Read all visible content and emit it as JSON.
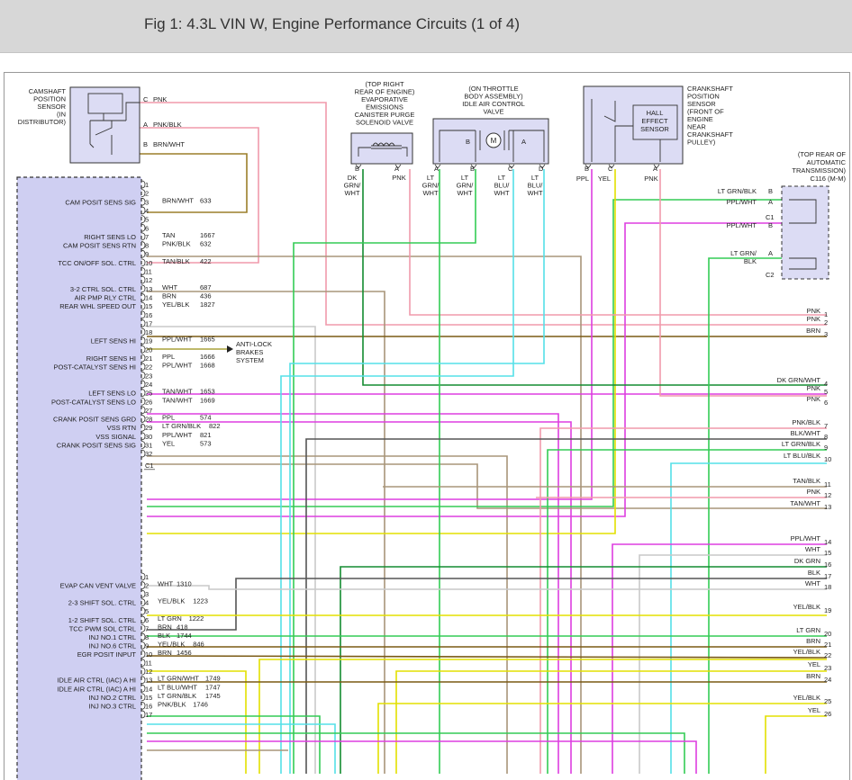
{
  "header": {
    "title": "Fig 1: 4.3L VIN W, Engine Performance Circuits (1 of 4)"
  },
  "colors": {
    "pcm_fill": "#cfcff2",
    "component_fill": "#dcdcf4",
    "header_bg": "#d7d7d7"
  },
  "components": {
    "cam_sensor": {
      "lines": [
        "CAMSHAFT",
        "POSITION",
        "SENSOR",
        "(IN",
        "DISTRIBUTOR)"
      ]
    },
    "evap": {
      "lines": [
        "(TOP RIGHT",
        "REAR OF ENGINE)",
        "EVAPORATIVE",
        "EMISSIONS",
        "CANISTER PURGE",
        "SOLENOID VALVE"
      ]
    },
    "iac": {
      "lines": [
        "(ON THROTTLE",
        "BODY ASSEMBLY)",
        "IDLE AIR CONTROL",
        "VALVE"
      ]
    },
    "crank": {
      "lines": [
        "CRANKSHAFT",
        "POSITION",
        "SENSOR",
        "(FRONT OF",
        "ENGINE",
        "NEAR",
        "CRANKSHAFT",
        "PULLEY)"
      ],
      "hall": [
        "HALL",
        "EFFECT",
        "SENSOR"
      ]
    },
    "trans": {
      "lines": [
        "(TOP REAR OF",
        "AUTOMATIC",
        "TRANSMISSION)",
        "C116 (M-M)"
      ]
    }
  },
  "pin_labels": {
    "cam": [
      "C",
      "A",
      "B"
    ],
    "cam_wires": [
      "PNK",
      "PNK/BLK",
      "BRN/WHT"
    ],
    "evap_pins": [
      "B",
      "A"
    ],
    "evap_wires": [
      [
        "DK",
        "GRN/",
        "WHT"
      ],
      [
        "PNK"
      ]
    ],
    "iac_pins": [
      "A",
      "B",
      "C",
      "D"
    ],
    "iac_coils": [
      "B",
      "A"
    ],
    "iac_wires": [
      [
        "LT",
        "GRN/",
        "WHT"
      ],
      [
        "LT",
        "GRN/",
        "WHT"
      ],
      [
        "LT",
        "BLU/",
        "WHT"
      ],
      [
        "LT",
        "BLU/",
        "WHT"
      ]
    ],
    "crank_pins": [
      "B",
      "C",
      "A"
    ],
    "crank_wires": [
      "PPL",
      "YEL",
      "PNK"
    ],
    "trans_wires": [
      {
        "color": "LT GRN/BLK",
        "pin": "B"
      },
      {
        "color": "PPL/WHT",
        "pin": "A"
      },
      {
        "color": "PPL/WHT",
        "pin": "B"
      },
      {
        "color": "LT GRN/",
        "pin": "A"
      },
      {
        "color": "BLK",
        "pin": ""
      }
    ],
    "trans_connectors": [
      "C1",
      "C2"
    ],
    "motor": "M",
    "abs": [
      "ANTI-LOCK",
      "BRAKES",
      "SYSTEM"
    ]
  },
  "pcm": {
    "c1_label": "C1",
    "c1": [
      {
        "pin": "1",
        "color": "",
        "circuit": "",
        "func": ""
      },
      {
        "pin": "2",
        "color": "",
        "circuit": "",
        "func": ""
      },
      {
        "pin": "3",
        "color": "BRN/WHT",
        "circuit": "633",
        "func": "CAM POSIT SENS SIG"
      },
      {
        "pin": "4",
        "color": "",
        "circuit": "",
        "func": ""
      },
      {
        "pin": "5",
        "color": "",
        "circuit": "",
        "func": ""
      },
      {
        "pin": "6",
        "color": "",
        "circuit": "",
        "func": ""
      },
      {
        "pin": "7",
        "color": "TAN",
        "circuit": "1667",
        "func": "RIGHT SENS LO"
      },
      {
        "pin": "8",
        "color": "PNK/BLK",
        "circuit": "632",
        "func": "CAM POSIT SENS RTN"
      },
      {
        "pin": "9",
        "color": "",
        "circuit": "",
        "func": ""
      },
      {
        "pin": "10",
        "color": "TAN/BLK",
        "circuit": "422",
        "func": "TCC ON/OFF SOL. CTRL"
      },
      {
        "pin": "11",
        "color": "",
        "circuit": "",
        "func": ""
      },
      {
        "pin": "12",
        "color": "",
        "circuit": "",
        "func": ""
      },
      {
        "pin": "13",
        "color": "WHT",
        "circuit": "687",
        "func": "3-2 CTRL SOL. CTRL"
      },
      {
        "pin": "14",
        "color": "BRN",
        "circuit": "436",
        "func": "AIR PMP RLY CTRL"
      },
      {
        "pin": "15",
        "color": "YEL/BLK",
        "circuit": "1827",
        "func": "REAR WHL SPEED OUT"
      },
      {
        "pin": "16",
        "color": "",
        "circuit": "",
        "func": ""
      },
      {
        "pin": "17",
        "color": "",
        "circuit": "",
        "func": ""
      },
      {
        "pin": "18",
        "color": "",
        "circuit": "",
        "func": ""
      },
      {
        "pin": "19",
        "color": "PPL/WHT",
        "circuit": "1665",
        "func": "LEFT SENS HI"
      },
      {
        "pin": "20",
        "color": "",
        "circuit": "",
        "func": ""
      },
      {
        "pin": "21",
        "color": "PPL",
        "circuit": "1666",
        "func": "RIGHT SENS HI"
      },
      {
        "pin": "22",
        "color": "PPL/WHT",
        "circuit": "1668",
        "func": "POST-CATALYST SENS HI"
      },
      {
        "pin": "23",
        "color": "",
        "circuit": "",
        "func": ""
      },
      {
        "pin": "24",
        "color": "",
        "circuit": "",
        "func": ""
      },
      {
        "pin": "25",
        "color": "TAN/WHT",
        "circuit": "1653",
        "func": "LEFT SENS LO"
      },
      {
        "pin": "26",
        "color": "TAN/WHT",
        "circuit": "1669",
        "func": "POST-CATALYST SENS LO"
      },
      {
        "pin": "27",
        "color": "",
        "circuit": "",
        "func": ""
      },
      {
        "pin": "28",
        "color": "PPL",
        "circuit": "574",
        "func": "CRANK POSIT SENS GRD"
      },
      {
        "pin": "29",
        "color": "LT GRN/BLK",
        "circuit": "822",
        "func": "VSS RTN"
      },
      {
        "pin": "30",
        "color": "PPL/WHT",
        "circuit": "821",
        "func": "VSS SIGNAL"
      },
      {
        "pin": "31",
        "color": "YEL",
        "circuit": "573",
        "func": "CRANK POSIT SENS SIG"
      },
      {
        "pin": "32",
        "color": "",
        "circuit": "",
        "func": ""
      }
    ],
    "c2": [
      {
        "pin": "1",
        "color": "",
        "circuit": "",
        "func": ""
      },
      {
        "pin": "2",
        "color": "WHT",
        "circuit": "1310",
        "func": "EVAP CAN VENT VALVE"
      },
      {
        "pin": "3",
        "color": "",
        "circuit": "",
        "func": ""
      },
      {
        "pin": "4",
        "color": "YEL/BLK",
        "circuit": "1223",
        "func": "2-3 SHIFT SOL. CTRL"
      },
      {
        "pin": "5",
        "color": "",
        "circuit": "",
        "func": ""
      },
      {
        "pin": "6",
        "color": "LT GRN",
        "circuit": "1222",
        "func": "1-2 SHIFT SOL. CTRL"
      },
      {
        "pin": "7",
        "color": "BRN",
        "circuit": "418",
        "func": "TCC PWM SOL CTRL"
      },
      {
        "pin": "8",
        "color": "BLK",
        "circuit": "1744",
        "func": "INJ NO.1 CTRL"
      },
      {
        "pin": "9",
        "color": "YEL/BLK",
        "circuit": "846",
        "func": "INJ NO.6 CTRL"
      },
      {
        "pin": "10",
        "color": "BRN",
        "circuit": "1456",
        "func": "EGR POSIT INPUT"
      },
      {
        "pin": "11",
        "color": "",
        "circuit": "",
        "func": ""
      },
      {
        "pin": "12",
        "color": "",
        "circuit": "",
        "func": ""
      },
      {
        "pin": "13",
        "color": "LT GRN/WHT",
        "circuit": "1749",
        "func": "IDLE AIR CTRL (IAC) A HI"
      },
      {
        "pin": "14",
        "color": "LT BLU/WHT",
        "circuit": "1747",
        "func": "IDLE AIR CTRL (IAC) A HI"
      },
      {
        "pin": "15",
        "color": "LT GRN/BLK",
        "circuit": "1745",
        "func": "INJ NO.2 CTRL"
      },
      {
        "pin": "16",
        "color": "PNK/BLK",
        "circuit": "1746",
        "func": "INJ NO.3 CTRL"
      },
      {
        "pin": "17",
        "color": "",
        "circuit": "",
        "func": ""
      }
    ]
  },
  "right_refs": [
    {
      "n": "1",
      "label": "PNK"
    },
    {
      "n": "2",
      "label": "PNK"
    },
    {
      "n": "3",
      "label": "BRN"
    },
    {
      "n": "4",
      "label": "DK GRN/WHT"
    },
    {
      "n": "5",
      "label": "PNK"
    },
    {
      "n": "6",
      "label": "PNK"
    },
    {
      "n": "7",
      "label": "PNK/BLK"
    },
    {
      "n": "8",
      "label": "BLK/WHT"
    },
    {
      "n": "9",
      "label": "LT GRN/BLK"
    },
    {
      "n": "10",
      "label": "LT BLU/BLK"
    },
    {
      "n": "11",
      "label": "TAN/BLK"
    },
    {
      "n": "12",
      "label": "PNK"
    },
    {
      "n": "13",
      "label": "TAN/WHT"
    },
    {
      "n": "14",
      "label": "PPL/WHT"
    },
    {
      "n": "15",
      "label": "WHT"
    },
    {
      "n": "16",
      "label": "DK GRN"
    },
    {
      "n": "17",
      "label": "BLK"
    },
    {
      "n": "18",
      "label": "WHT"
    },
    {
      "n": "19",
      "label": "YEL/BLK"
    },
    {
      "n": "20",
      "label": "LT GRN"
    },
    {
      "n": "21",
      "label": "BRN"
    },
    {
      "n": "22",
      "label": "YEL/BLK"
    },
    {
      "n": "23",
      "label": "YEL"
    },
    {
      "n": "24",
      "label": "BRN"
    },
    {
      "n": "25",
      "label": "YEL/BLK"
    },
    {
      "n": "26",
      "label": "YEL"
    }
  ]
}
